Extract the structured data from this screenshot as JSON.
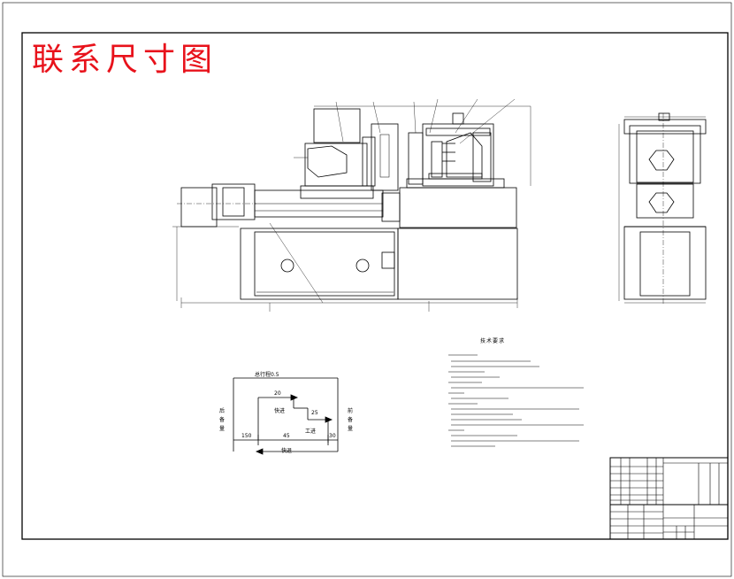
{
  "drawing": {
    "title": "联系尺寸图",
    "colors": {
      "title": "#e8121b",
      "line": "#000000",
      "background": "#ffffff"
    }
  },
  "stroke_diagram": {
    "total_label": "总行程0.5",
    "dim_20": "20",
    "fast_in": "快进",
    "dim_25": "25",
    "work_in": "工进",
    "dim_150": "150",
    "dim_45": "45",
    "dim_30": "30",
    "fast_back": "快退",
    "rear_margin": "后备量",
    "front_margin": "前备量"
  },
  "tech_requirements": {
    "heading": "技术要求"
  }
}
